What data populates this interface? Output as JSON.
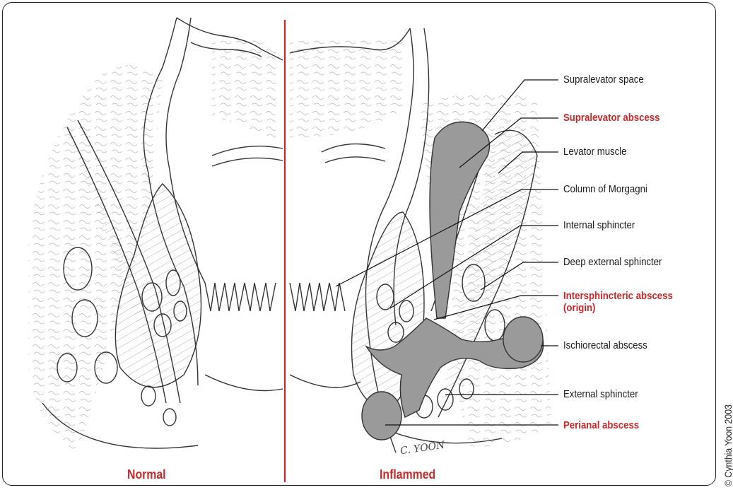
{
  "labels": {
    "supralevator_space": "Supralevator space",
    "supralevator_abscess": "Supralevator abscess",
    "levator_muscle": "Levator muscle",
    "column_of_morgagni": "Column of Morgagni",
    "internal_sphincter": "Internal sphincter",
    "deep_external_sphincter": "Deep external sphincter",
    "intersphincteric_abscess_line1": "Intersphincteric abscess",
    "intersphincteric_abscess_line2": "(origin)",
    "ischiorectal_abscess": "Ischiorectal abscess",
    "external_sphincter": "External sphincter",
    "perianal_abscess": "Perianal abscess"
  },
  "captions": {
    "normal": "Normal",
    "inflammed": "Inflammed"
  },
  "copyright": "© Cynthia Yoon 2003",
  "signature": "C. YOON",
  "colors": {
    "highlight_red": "#c8282a",
    "label_text": "#1a1a1a",
    "abscess_fill": "#9a9a9a",
    "line": "#333333"
  }
}
